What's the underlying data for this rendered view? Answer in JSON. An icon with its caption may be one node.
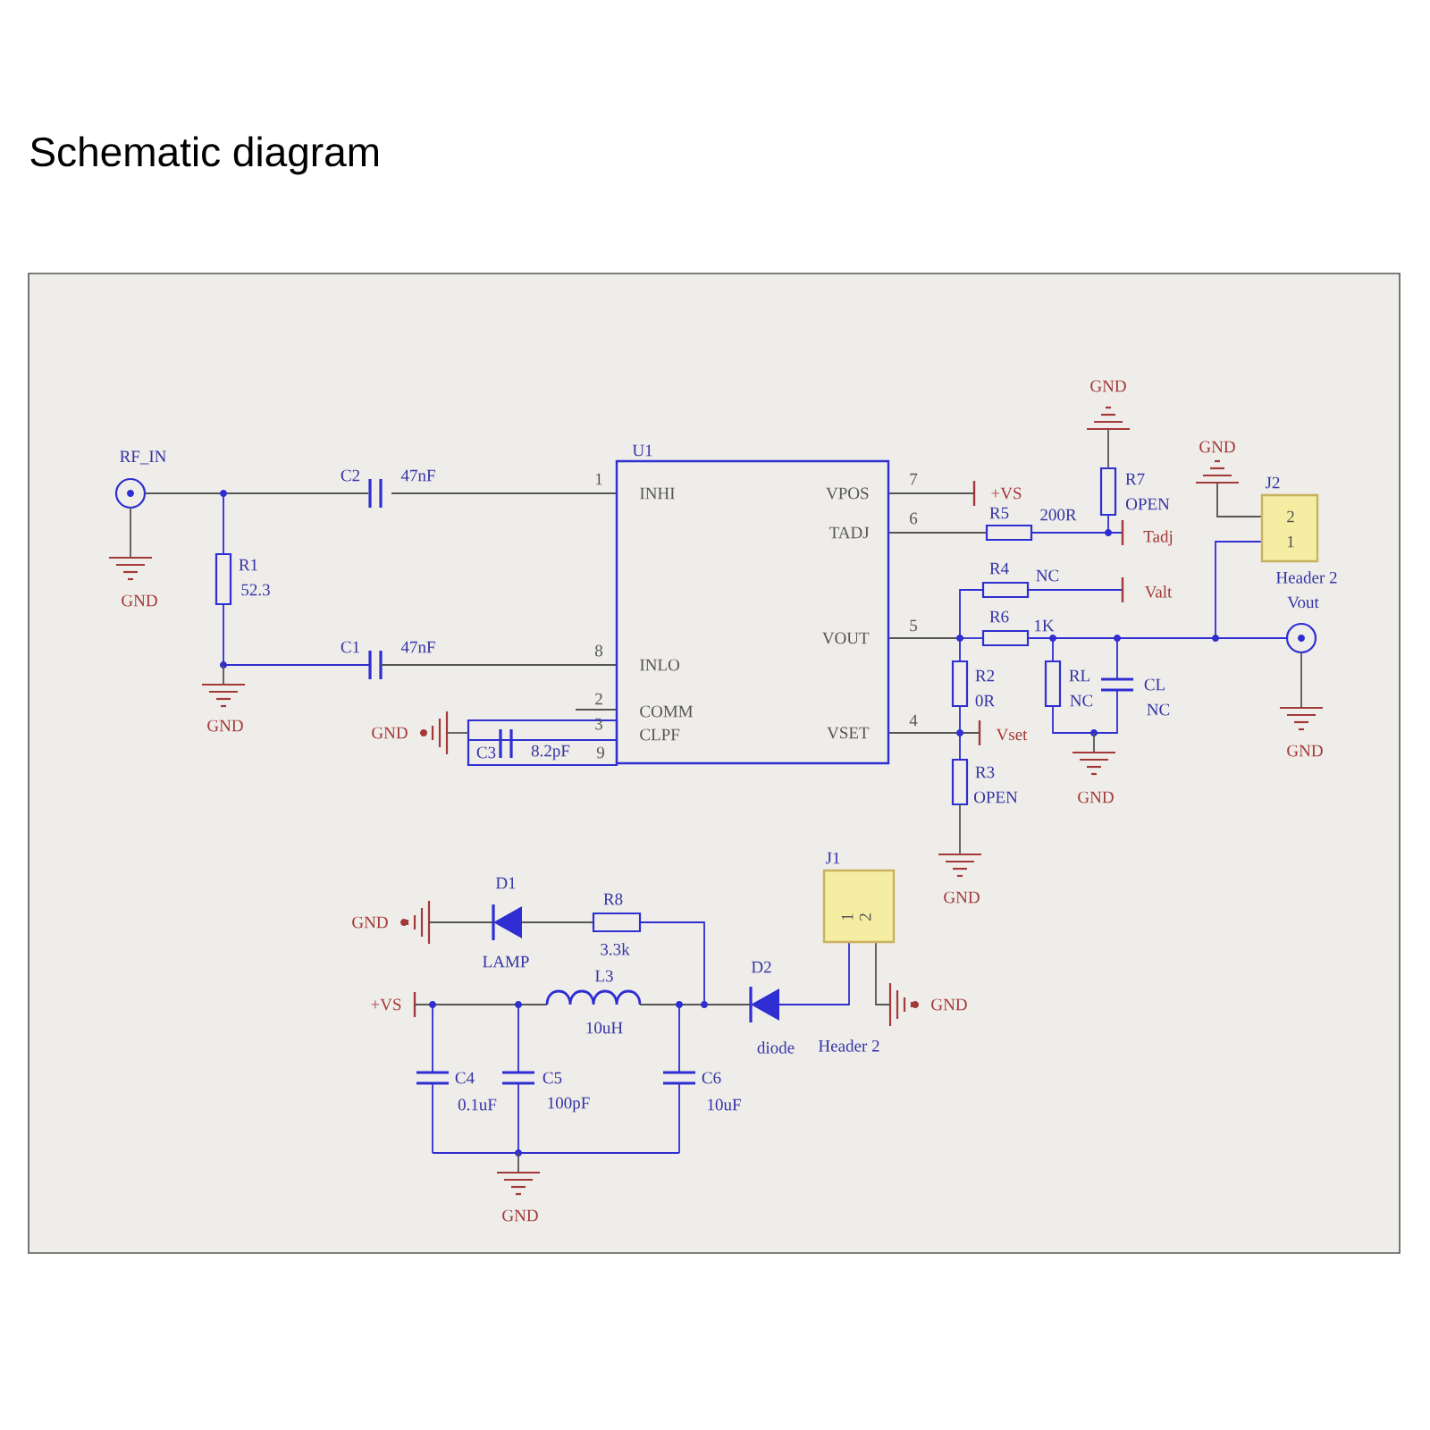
{
  "diagram": {
    "title": "Schematic diagram",
    "nodes": [
      {
        "text": [
          "U1",
          "INHI",
          "INLO",
          "COMM",
          "CLPF",
          "VPOS",
          "TADJ",
          "VOUT",
          "VSET"
        ],
        "beside": [
          "1",
          "7",
          "6",
          "5",
          "8",
          "2",
          "4",
          "3",
          "9"
        ]
      },
      {
        "text": [
          "J2",
          "2",
          "1"
        ],
        "beside": [
          "Header 2"
        ]
      },
      {
        "text": [
          "J1",
          "1",
          "2"
        ]
      }
    ],
    "labels": [
      "GND",
      "GND",
      "RF_IN",
      "C2",
      "47nF",
      "+VS",
      "R7",
      "OPEN",
      "R5",
      "200R",
      "Tadj",
      "R1",
      "52.3",
      "R4",
      "NC",
      "Valt",
      "GND",
      "Vout",
      "R6",
      "1K",
      "C1",
      "47nF",
      "R2",
      "0R",
      "RL",
      "NC",
      "CL",
      "NC",
      "GND",
      "GND",
      "Vset",
      "C3",
      "8.2pF",
      "GND",
      "R3",
      "OPEN",
      "GND",
      "GND",
      "D1",
      "R8",
      "GND",
      "LAMP",
      "3.3k",
      "D2",
      "L3",
      "+VS",
      "GND",
      "10uH",
      "diode",
      "Header 2",
      "C4",
      "C5",
      "C6",
      "0.1uF",
      "100pF",
      "10uF",
      "GND"
    ]
  }
}
